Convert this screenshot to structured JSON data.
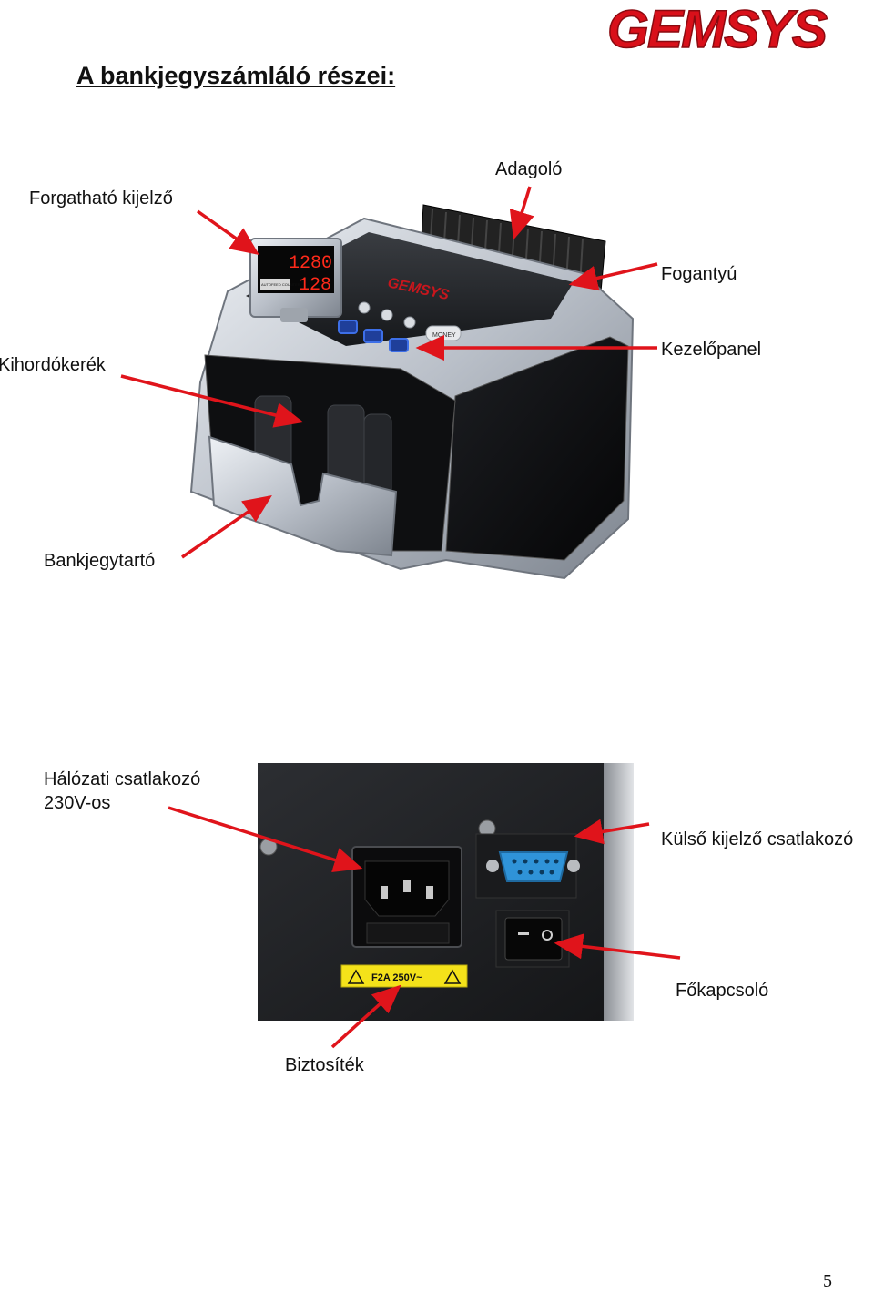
{
  "logo_text": "GEMSYS",
  "page_title": "A bankjegyszámláló részei:",
  "labels": {
    "forgathato_kijelzo": "Forgatható kijelző",
    "adagolo": "Adagoló",
    "fogantyu": "Fogantyú",
    "kihordokerek": "Kihordókerék",
    "kezelopanel": "Kezelőpanel",
    "bankjegytarto": "Bankjegytartó",
    "halozati_line1": "Hálózati csatlakozó",
    "halozati_line2": "230V-os",
    "kulso_kijelzo": "Külső kijelző csatlakozó",
    "fokapcsolo": "Főkapcsoló",
    "biztositek": "Biztosíték"
  },
  "device": {
    "display_top": "1280",
    "display_bottom": "128",
    "display_side": "AUTOFEED COUNTER",
    "brand_on_device": "GEMSYS",
    "button_label": "MONEY"
  },
  "rear_panel": {
    "fuse_label": "F2A 250V~"
  },
  "page_number": "5",
  "colors": {
    "arrow": "#e0141b",
    "logo": "#d9101a",
    "device_silver": "#c9ced6",
    "device_black": "#151515",
    "display_red": "#ff2a1a",
    "button_blue": "#3d6fe8",
    "connector_blue": "#2f93d8",
    "fuse_yellow": "#f4e21a"
  }
}
